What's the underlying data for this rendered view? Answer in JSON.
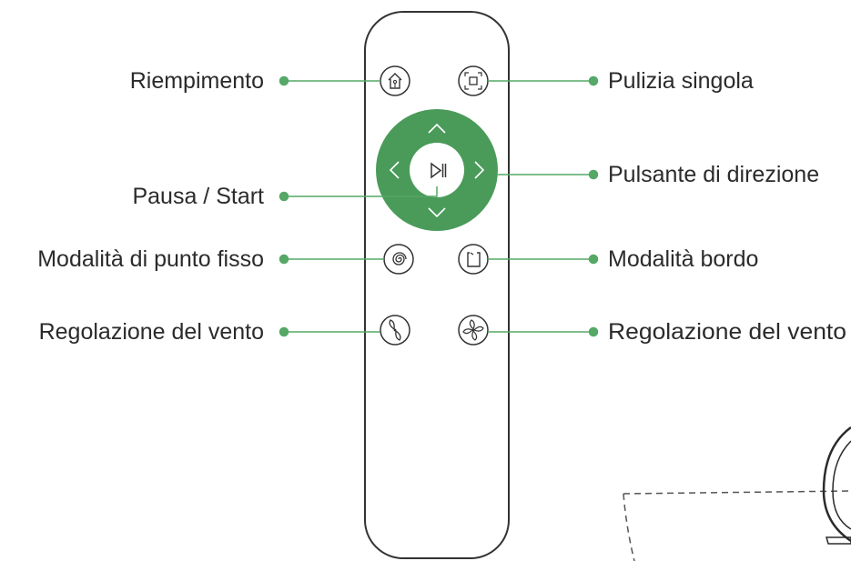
{
  "labels": {
    "riempimento": "Riempimento",
    "pulizia_singola": "Pulizia singola",
    "pausa_start": "Pausa / Start",
    "pulsante_direzione": "Pulsante di direzione",
    "modalita_punto_fisso": "Modalità di punto fisso",
    "modalita_bordo": "Modalità bordo",
    "regolazione_vento_left": "Regolazione del vento",
    "regolazione_vento_right": "Regolazione del vento"
  },
  "icons": {
    "home_button": "home-icon",
    "single_clean_button": "focus-frame-icon",
    "play_pause_button": "play-pause-icon",
    "spot_mode_button": "spiral-icon",
    "edge_mode_button": "edge-icon",
    "fan_low_button": "fan-two-blade-icon",
    "fan_high_button": "fan-four-blade-icon"
  },
  "colors": {
    "accent_green": "#4a9b5a",
    "leader_green": "#55a866",
    "outline": "#333333",
    "text": "#2b2b2b"
  }
}
